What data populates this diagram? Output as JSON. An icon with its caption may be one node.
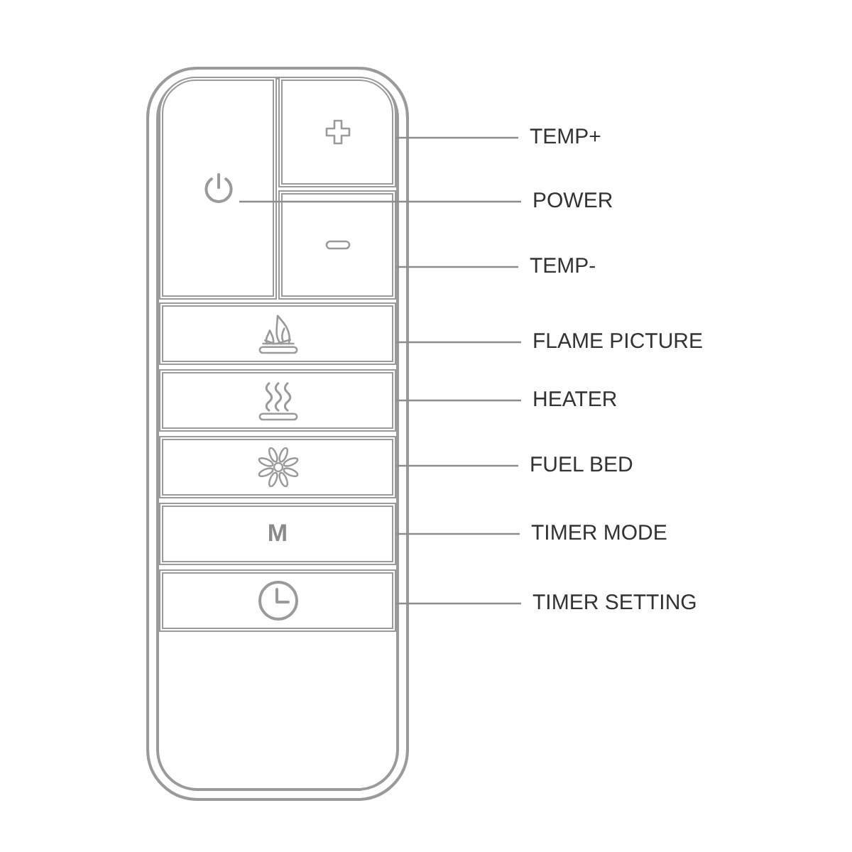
{
  "diagram": {
    "nodes": [
      {
        "text": [],
        "shape": "box"
      },
      {
        "text": [],
        "shape": "box",
        "in": 0
      },
      {
        "text": [],
        "shape": "box",
        "in": 0
      },
      {
        "text": [],
        "shape": "box",
        "in": 0
      },
      {
        "text": [],
        "shape": "box",
        "in": 0
      },
      {
        "text": [],
        "shape": "box",
        "in": 0
      },
      {
        "text": [],
        "shape": "box",
        "in": 0
      },
      {
        "text": [
          "M"
        ],
        "in": 0
      },
      {
        "text": [],
        "shape": "box",
        "in": 0
      },
      {
        "text": [
          "TEMP+"
        ]
      },
      {
        "text": [
          "POWER"
        ]
      },
      {
        "text": [
          "TEMP-"
        ]
      },
      {
        "text": [
          "FLAME PICTURE"
        ]
      },
      {
        "text": [
          "HEATER"
        ]
      },
      {
        "text": [
          "FUEL BED"
        ]
      },
      {
        "text": [
          "TIMER MODE"
        ]
      },
      {
        "text": [
          "TIMER SETTING"
        ]
      }
    ],
    "edges": [
      {
        "from": 9,
        "to": 2,
        "arrow": "none"
      },
      {
        "from": 10,
        "to": 1,
        "arrow": "none"
      },
      {
        "from": 11,
        "to": 3,
        "arrow": "none"
      },
      {
        "from": 12,
        "to": 4,
        "arrow": "none"
      },
      {
        "from": 13,
        "to": 5,
        "arrow": "none"
      },
      {
        "from": 14,
        "to": 6,
        "arrow": "none"
      },
      {
        "from": 15,
        "to": 7,
        "arrow": "none"
      },
      {
        "from": 16,
        "to": 8,
        "arrow": "none"
      }
    ]
  }
}
